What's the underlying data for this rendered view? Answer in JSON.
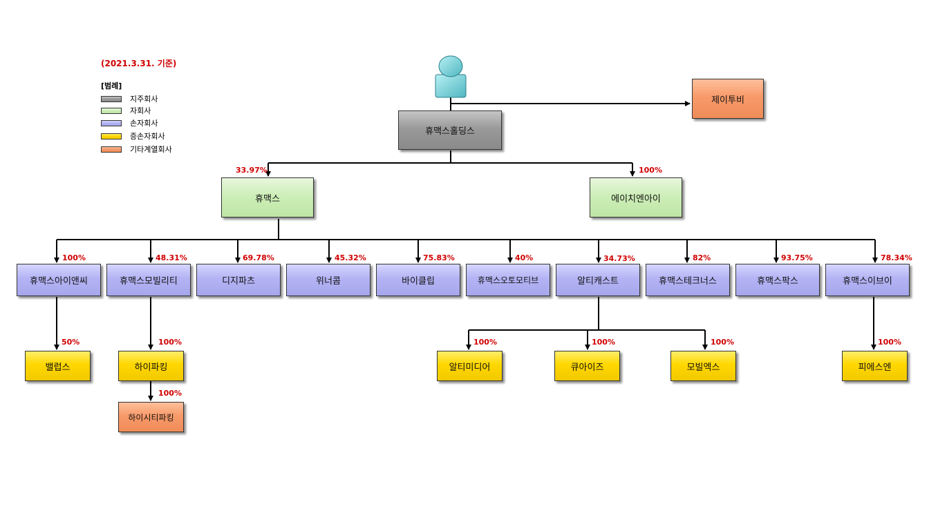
{
  "as_of": "(2021.3.31. 기준)",
  "legend": {
    "title": "[범례]",
    "items": [
      {
        "label": "지주회사",
        "color": "#8f8f8f"
      },
      {
        "label": "자회사",
        "color": "#c8ecb0"
      },
      {
        "label": "손자회사",
        "color": "#aaaaf0"
      },
      {
        "label": "증손자회사",
        "color": "#ffd700"
      },
      {
        "label": "기타계열회사",
        "color": "#f4956a"
      }
    ]
  },
  "owner_icon": "person-icon",
  "companies": {
    "jtb": "제이투비",
    "holdings": "휴맥스홀딩스",
    "humax": "휴맥스",
    "hni": "에이치엔아이",
    "humax_ic": "휴맥스아이앤씨",
    "humax_mobility": "휴맥스모빌리티",
    "digiparts": "디지파츠",
    "winercom": "위너콤",
    "biclip": "바이클립",
    "humax_automotive": "휴맥스오토모티브",
    "alticast": "알티캐스트",
    "humax_technas": "휴맥스테크너스",
    "humax_parks": "휴맥스팍스",
    "humax_ev": "휴맥스이브이",
    "valups": "밸럽스",
    "hiparking": "하이파킹",
    "alti_media": "알티미디어",
    "cueize": "큐아이즈",
    "mobilex": "모빌엑스",
    "pesn": "피에스엔",
    "hicity_parking": "하이시티파킹"
  },
  "stakes": {
    "humax": "33.97%",
    "hni": "100%",
    "humax_ic": "100%",
    "humax_mobility": "48.31%",
    "digiparts": "69.78%",
    "winercom": "45.32%",
    "biclip": "75.83%",
    "humax_automotive": "40%",
    "alticast": "34.73%",
    "humax_technas": "82%",
    "humax_parks": "93.75%",
    "humax_ev": "78.34%",
    "valups": "50%",
    "hiparking": "100%",
    "hicity_parking": "100%",
    "alti_media": "100%",
    "cueize": "100%",
    "mobilex": "100%",
    "pesn": "100%"
  }
}
